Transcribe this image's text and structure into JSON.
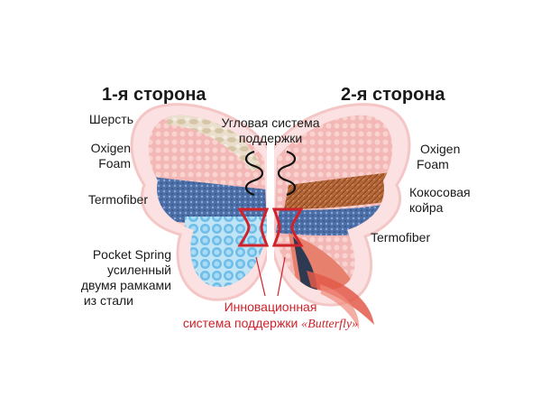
{
  "headers": {
    "left": "1-я сторона",
    "right": "2-я сторона"
  },
  "left_labels": {
    "wool": "Шерсть",
    "oxigen_line1": "Oxigen",
    "oxigen_line2": "Foam",
    "termofiber": "Termofiber",
    "pocket_line1": "Pocket Spring",
    "pocket_line2": "усиленный",
    "pocket_line3": "двумя рамками",
    "pocket_line4": "из стали"
  },
  "right_labels": {
    "oxigen_line1": "Oxigen",
    "oxigen_line2": "Foam",
    "coconut_line1": "Кокосовая",
    "coconut_line2": "койра",
    "termofiber": "Termofiber"
  },
  "center_label": {
    "line1": "Угловая система",
    "line2": "поддержки"
  },
  "innovation": {
    "line1": "Инновационная",
    "line2_prefix": "система поддержки ",
    "brand": "«Butterfly»"
  },
  "colors": {
    "accent_red": "#d0222a",
    "pink_foam": "#f2b4b4",
    "wool": "#e6dcc8",
    "denim": "#4a6aa0",
    "coconut": "#b66a3a",
    "spring_blue": "#7fc6ec"
  }
}
